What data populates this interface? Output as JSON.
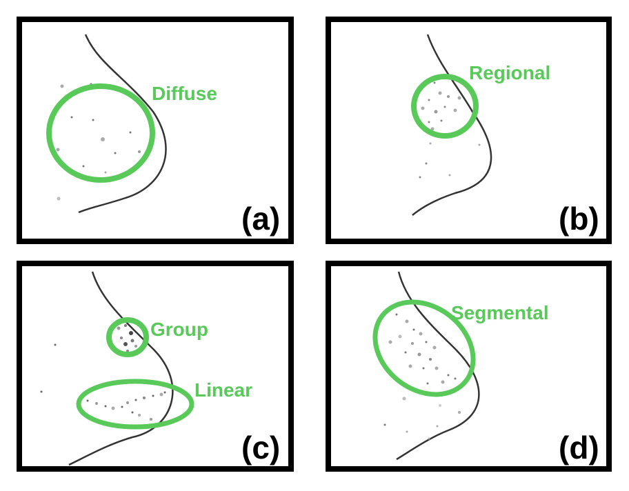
{
  "colors": {
    "accent": "#59c95a",
    "outline": "#000000",
    "curve": "#333333"
  },
  "panels": [
    {
      "id": "a",
      "label": "(a)",
      "pattern": "Diffuse"
    },
    {
      "id": "b",
      "label": "(b)",
      "pattern": "Regional"
    },
    {
      "id": "c",
      "label": "(c)",
      "patterns": [
        "Group",
        "Linear"
      ]
    },
    {
      "id": "d",
      "label": "(d)",
      "pattern": "Segmental"
    }
  ]
}
